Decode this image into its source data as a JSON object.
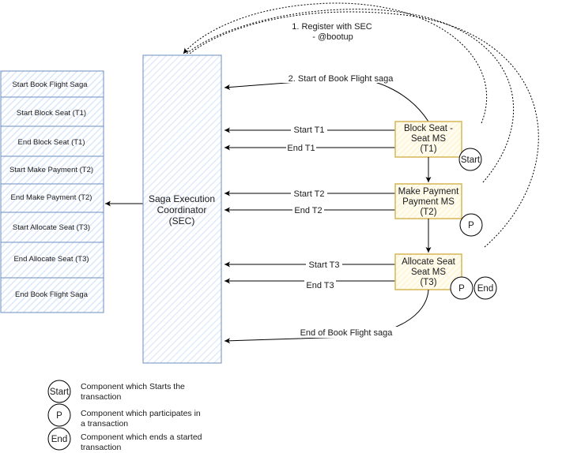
{
  "log": {
    "entries": [
      "Start Book Flight Saga",
      "Start Block Seat (T1)",
      "End Block Seat (T1)",
      "Start Make Payment (T2)",
      "End Make Payment (T2)",
      "Start Allocate Seat (T3)",
      "End Allocate Seat (T3)",
      "End Book Flight Saga"
    ]
  },
  "sec": {
    "line1": "Saga Execution",
    "line2": "Coordinator",
    "line3": "(SEC)"
  },
  "register": {
    "line1": "1. Register with SEC",
    "line2": "- @bootup"
  },
  "saga_start_label": "2. Start of Book Flight saga",
  "saga_end_label": "End of Book Flight saga",
  "services": [
    {
      "line1": "Block Seat -",
      "line2": "Seat MS",
      "line3": "(T1)",
      "start_label": "Start T1",
      "end_label": "End T1"
    },
    {
      "line1": "Make Payment",
      "line2": "Payment MS",
      "line3": "(T2)",
      "start_label": "Start T2",
      "end_label": "End T2"
    },
    {
      "line1": "Allocate Seat",
      "line2": "Seat MS",
      "line3": "(T3)",
      "start_label": "Start T3",
      "end_label": "End T3"
    }
  ],
  "badges": {
    "start": "Start",
    "participant": "P",
    "end": "End"
  },
  "legend": [
    {
      "symbol": "Start",
      "line1": "Component which Starts the",
      "line2": "transaction"
    },
    {
      "symbol": "P",
      "line1": "Component which participates in",
      "line2": "a transaction"
    },
    {
      "symbol": "End",
      "line1": "Component which ends a started",
      "line2": "transaction"
    }
  ],
  "colors": {
    "blue_stroke": "#6c8ebf",
    "blue_fill": "#dae8fc",
    "log_fill": "#dae8fc",
    "service_stroke": "#d6b656",
    "service_fill": "#fff2cc",
    "line": "#000000"
  }
}
